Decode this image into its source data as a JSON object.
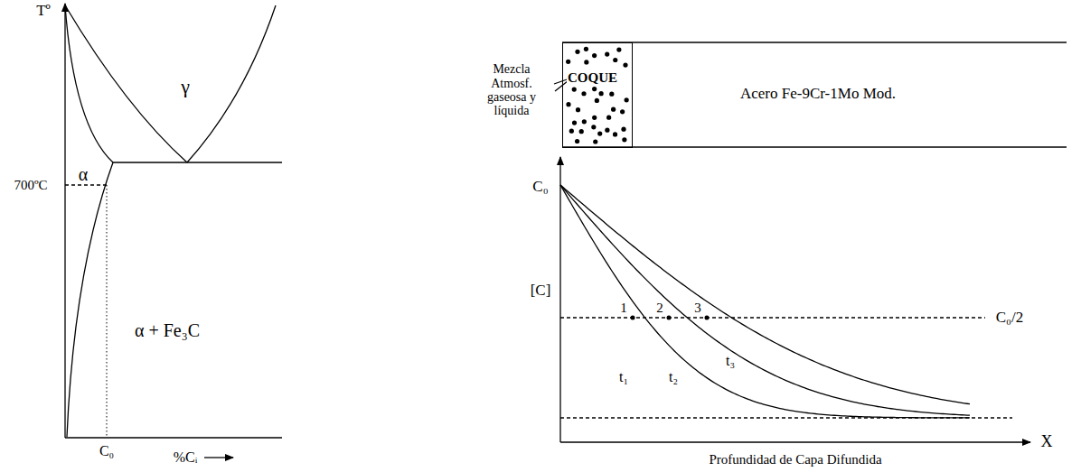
{
  "diagram": {
    "nodes": [
      {
        "text": [
          "COQUE"
        ]
      }
    ],
    "labels": [
      "Tº",
      "γ",
      "α",
      "700ºC",
      "α + Fe₃C",
      "C₀",
      "%Cᵢ",
      "Mezcla Atmosf. gaseosa y líquida",
      "Acero Fe-9Cr-1Mo Mod.",
      "C₀",
      "[C]",
      "C₀/2",
      "1",
      "2",
      "3",
      "t₁",
      "t₂",
      "t₃",
      "X",
      "Profundidad de Capa Difundida"
    ]
  }
}
